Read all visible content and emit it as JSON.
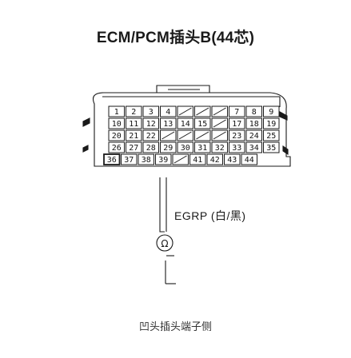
{
  "title": "ECM/PCM插头B(44芯)",
  "connector": {
    "rows": [
      [
        "1",
        "2",
        "3",
        "4",
        "",
        "",
        "",
        "7",
        "8",
        "9"
      ],
      [
        "10",
        "11",
        "12",
        "13",
        "14",
        "15",
        "",
        "17",
        "18",
        "19"
      ],
      [
        "20",
        "21",
        "22",
        "",
        "",
        "",
        "",
        "23",
        "24",
        "25"
      ],
      [
        "26",
        "27",
        "28",
        "29",
        "30",
        "31",
        "32",
        "33",
        "34",
        "35"
      ],
      [
        "36",
        "37",
        "38",
        "39",
        "",
        "41",
        "42",
        "43",
        "44"
      ]
    ],
    "highlighted_pin": "36"
  },
  "signal_label": "EGRP (白/黑)",
  "sensor_symbol": "Ω",
  "caption": "凹头插头端子侧"
}
